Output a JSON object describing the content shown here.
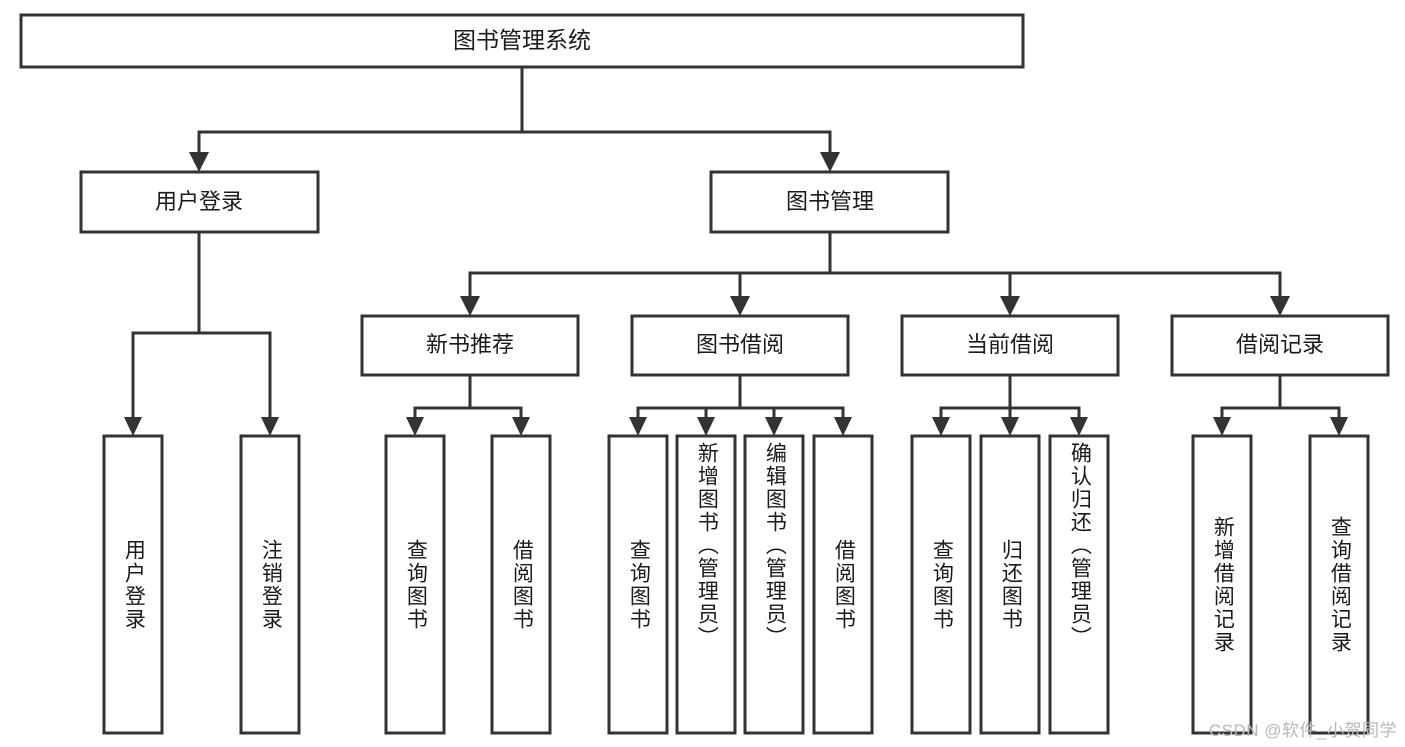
{
  "diagram": {
    "type": "tree",
    "title": "图书管理系统",
    "watermark": "CSDN @软件_小贺同学",
    "colors": {
      "box_stroke": "#333333",
      "box_fill": "#ffffff",
      "text": "#1a1a1a",
      "background": "#ffffff",
      "watermark": "#b8b8b8"
    },
    "nodes": {
      "root": {
        "label": "图书管理系统",
        "level": 1,
        "orientation": "horizontal"
      },
      "n_user_login": {
        "label": "用户登录",
        "level": 2,
        "orientation": "horizontal"
      },
      "n_book_mgmt": {
        "label": "图书管理",
        "level": 2,
        "orientation": "horizontal"
      },
      "n_new_book_rec": {
        "label": "新书推荐",
        "level": 3,
        "orientation": "horizontal"
      },
      "n_book_borrow": {
        "label": "图书借阅",
        "level": 3,
        "orientation": "horizontal"
      },
      "n_current_borrow": {
        "label": "当前借阅",
        "level": 3,
        "orientation": "horizontal"
      },
      "n_borrow_record": {
        "label": "借阅记录",
        "level": 3,
        "orientation": "horizontal"
      },
      "l_user_login": {
        "label": "用户登录",
        "level": 4,
        "orientation": "vertical"
      },
      "l_logout": {
        "label": "注销登录",
        "level": 4,
        "orientation": "vertical"
      },
      "l_query_book_1": {
        "label": "查询图书",
        "level": 4,
        "orientation": "vertical"
      },
      "l_borrow_book_1": {
        "label": "借阅图书",
        "level": 4,
        "orientation": "vertical"
      },
      "l_query_book_2": {
        "label": "查询图书",
        "level": 4,
        "orientation": "vertical"
      },
      "l_add_book": {
        "label": "新增图书（管理员）",
        "level": 4,
        "orientation": "vertical"
      },
      "l_edit_book": {
        "label": "编辑图书（管理员）",
        "level": 4,
        "orientation": "vertical"
      },
      "l_borrow_book_2": {
        "label": "借阅图书",
        "level": 4,
        "orientation": "vertical"
      },
      "l_query_book_3": {
        "label": "查询图书",
        "level": 4,
        "orientation": "vertical"
      },
      "l_return_book": {
        "label": "归还图书",
        "level": 4,
        "orientation": "vertical"
      },
      "l_confirm_return": {
        "label": "确认归还（管理员）",
        "level": 4,
        "orientation": "vertical"
      },
      "l_add_record": {
        "label": "新增借阅记录",
        "level": 4,
        "orientation": "vertical"
      },
      "l_query_record": {
        "label": "查询借阅记录",
        "level": 4,
        "orientation": "vertical"
      }
    },
    "edges": [
      {
        "from": "root",
        "to": "n_user_login"
      },
      {
        "from": "root",
        "to": "n_book_mgmt"
      },
      {
        "from": "n_book_mgmt",
        "to": "n_new_book_rec"
      },
      {
        "from": "n_book_mgmt",
        "to": "n_book_borrow"
      },
      {
        "from": "n_book_mgmt",
        "to": "n_current_borrow"
      },
      {
        "from": "n_book_mgmt",
        "to": "n_borrow_record"
      },
      {
        "from": "n_user_login",
        "to": "l_user_login"
      },
      {
        "from": "n_user_login",
        "to": "l_logout"
      },
      {
        "from": "n_new_book_rec",
        "to": "l_query_book_1"
      },
      {
        "from": "n_new_book_rec",
        "to": "l_borrow_book_1"
      },
      {
        "from": "n_book_borrow",
        "to": "l_query_book_2"
      },
      {
        "from": "n_book_borrow",
        "to": "l_add_book"
      },
      {
        "from": "n_book_borrow",
        "to": "l_edit_book"
      },
      {
        "from": "n_book_borrow",
        "to": "l_borrow_book_2"
      },
      {
        "from": "n_current_borrow",
        "to": "l_query_book_3"
      },
      {
        "from": "n_current_borrow",
        "to": "l_return_book"
      },
      {
        "from": "n_current_borrow",
        "to": "l_confirm_return"
      },
      {
        "from": "n_borrow_record",
        "to": "l_add_record"
      },
      {
        "from": "n_borrow_record",
        "to": "l_query_record"
      }
    ]
  }
}
